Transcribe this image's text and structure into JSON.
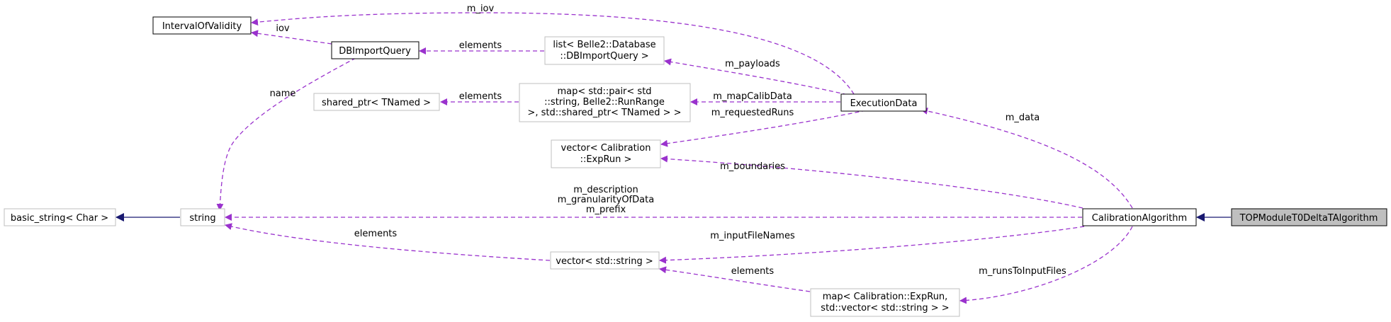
{
  "colors": {
    "usage_edge": "#9a32cd",
    "inherit_edge": "#191970",
    "node_border_strong": "#000000",
    "node_border_light": "#bfbfbf",
    "highlight_fill": "#bfbfbf"
  },
  "nodes": {
    "top_module": "TOPModuleT0DeltaTAlgorithm",
    "calibration_algorithm": "CalibrationAlgorithm",
    "execution_data": "ExecutionData",
    "interval_of_validity": "IntervalOfValidity",
    "db_import_query": "DBImportQuery",
    "list_db": [
      "list< Belle2::Database",
      "::DBImportQuery >"
    ],
    "shared_ptr": "shared_ptr< TNamed >",
    "map_pair": [
      "map< std::pair< std",
      "::string, Belle2::RunRange",
      " >, std::shared_ptr< TNamed > >"
    ],
    "vector_exprun": [
      "vector< Calibration",
      "::ExpRun >"
    ],
    "basic_string": "basic_string< Char >",
    "string": "string",
    "vector_string": "vector< std::string >",
    "map_exprun": [
      "map< Calibration::ExpRun,",
      "std::vector< std::string > >"
    ]
  },
  "edges": {
    "m_iov": "m_iov",
    "iov": "iov",
    "elements_list": "elements",
    "m_payloads": "m_payloads",
    "name": "name",
    "elements_map": "elements",
    "m_mapCalibData": "m_mapCalibData",
    "m_requestedRuns": "m_requestedRuns",
    "m_data": "m_data",
    "m_boundaries": "m_boundaries",
    "m_description": [
      "m_description",
      "m_granularityOfData",
      "m_prefix"
    ],
    "elements_string": "elements",
    "m_inputFileNames": "m_inputFileNames",
    "elements_vector": "elements",
    "m_runsToInputFiles": "m_runsToInputFiles"
  }
}
